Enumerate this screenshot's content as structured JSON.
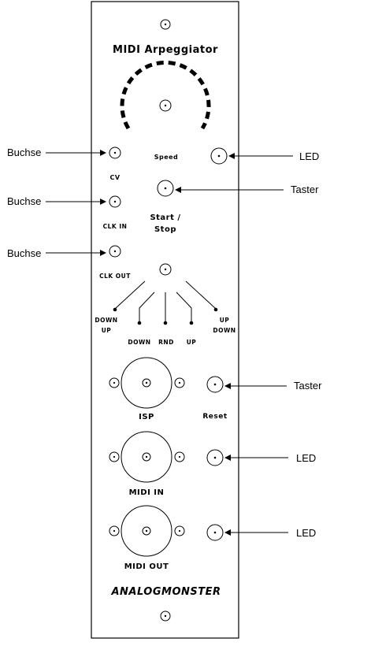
{
  "panel": {
    "title": "MIDI Arpeggiator",
    "brand": "ANALOGMONSTER",
    "labels": {
      "speed": "Speed",
      "cv": "CV",
      "start_stop_1": "Start /",
      "start_stop_2": "Stop",
      "clk_in": "CLK IN",
      "clk_out": "CLK OUT",
      "down_up_1": "DOWN",
      "down_up_2": "UP",
      "down": "DOWN",
      "rnd": "RND",
      "up": "UP",
      "up_down_1": "UP",
      "up_down_2": "DOWN",
      "isp": "ISP",
      "reset": "Reset",
      "midi_in": "MIDI IN",
      "midi_out": "MIDI OUT"
    }
  },
  "callouts": {
    "buchse_1": "Buchse",
    "buchse_2": "Buchse",
    "buchse_3": "Buchse",
    "led_1": "LED",
    "led_2": "LED",
    "led_3": "LED",
    "taster_1": "Taster",
    "taster_2": "Taster"
  }
}
